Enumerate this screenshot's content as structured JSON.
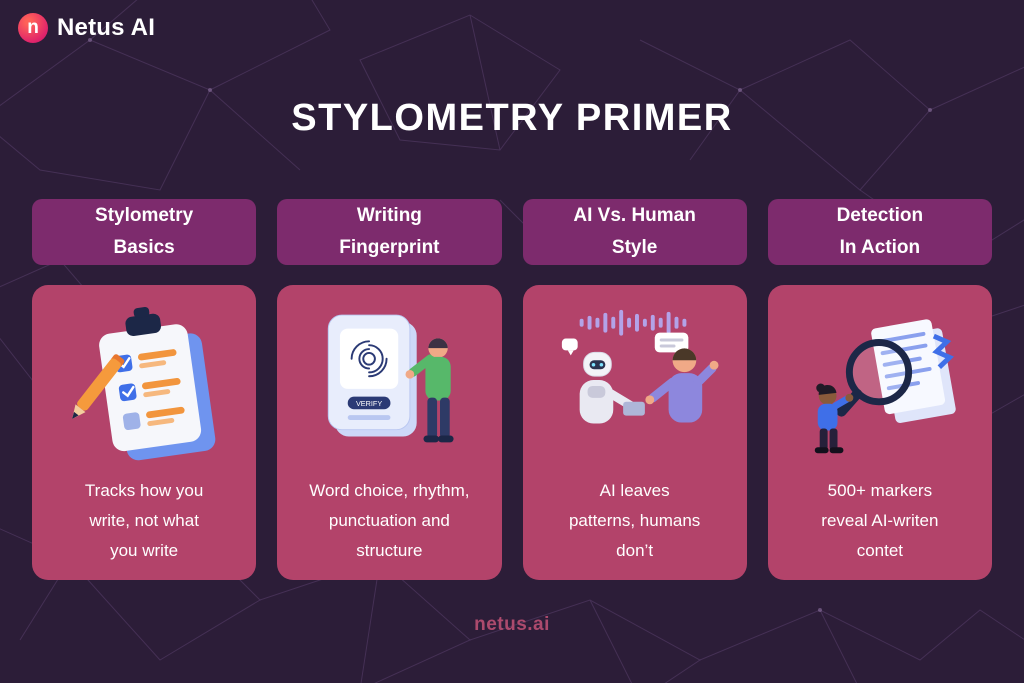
{
  "brand": {
    "icon_letter": "n",
    "name": "Netus AI"
  },
  "title": "STYLOMETRY PRIMER",
  "footer": {
    "domain": "netus.ai"
  },
  "illustrations": {
    "verify_label": "VERIFY",
    "names": [
      "clipboard-checklist",
      "fingerprint-scan",
      "robot-vs-human",
      "magnifier-documents"
    ]
  },
  "colors": {
    "background": "#2c1d38",
    "header_pill": "#7d2b6d",
    "card": "#b3436a",
    "title_text": "#ffffff",
    "footer_text": "#ad4a6d"
  },
  "columns": [
    {
      "header_line1": "Stylometry",
      "header_line2": "Basics",
      "body_lines": [
        "Tracks how you",
        "write, not what",
        "you write"
      ],
      "icon": "clipboard-checklist-illustration"
    },
    {
      "header_line1": "Writing",
      "header_line2": "Fingerprint",
      "body_lines": [
        "Word choice, rhythm,",
        "punctuation and",
        "structure"
      ],
      "icon": "fingerprint-scan-illustration"
    },
    {
      "header_line1": "AI Vs. Human",
      "header_line2": "Style",
      "body_lines": [
        "AI leaves",
        "patterns, humans",
        "don’t"
      ],
      "icon": "robot-human-illustration"
    },
    {
      "header_line1": "Detection",
      "header_line2": "In Action",
      "body_lines": [
        "500+ markers",
        "reveal AI-writen",
        "contet"
      ],
      "icon": "magnifier-document-illustration"
    }
  ]
}
